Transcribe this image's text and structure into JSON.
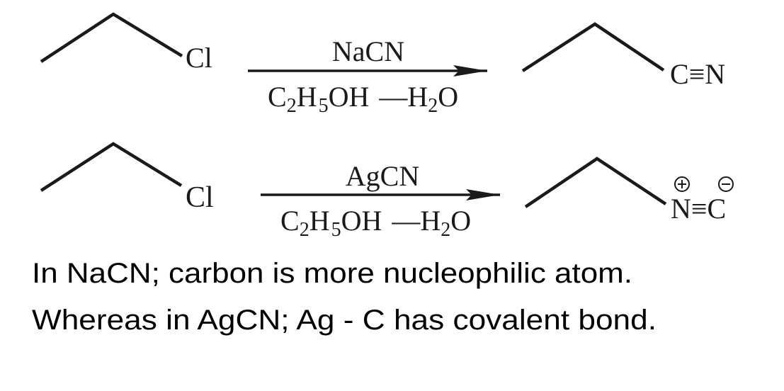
{
  "colors": {
    "background": "#ffffff",
    "ink": "#1a1a1a",
    "text": "#000000"
  },
  "reactions": [
    {
      "reactant": {
        "skeleton": "ethyl (zig-zag, 2 bonds)",
        "substituent": "Cl"
      },
      "arrow": {
        "reagent_above": "NaCN",
        "conditions_below": {
          "c": "C",
          "sub2": "2",
          "h": "H",
          "sub5": "5",
          "oh": "OH",
          "dash": "—",
          "h2": "H",
          "sub2b": "2",
          "o": "O"
        }
      },
      "product": {
        "skeleton": "ethyl (zig-zag, 2 bonds)",
        "group_left_atom": "C",
        "bond": "≡",
        "group_right_atom": "N"
      }
    },
    {
      "reactant": {
        "skeleton": "ethyl (zig-zag, 2 bonds)",
        "substituent": "Cl"
      },
      "arrow": {
        "reagent_above": "AgCN",
        "conditions_below": {
          "c": "C",
          "sub2": "2",
          "h": "H",
          "sub5": "5",
          "oh": "OH",
          "dash": "—",
          "h2": "H",
          "sub2b": "2",
          "o": "O"
        }
      },
      "product": {
        "skeleton": "ethyl (zig-zag, 2 bonds)",
        "group_left_atom": "N",
        "left_charge": "+",
        "bond": "≡",
        "group_right_atom": "C",
        "right_charge": "−"
      }
    }
  ],
  "notes": [
    "In NaCN; carbon is more nucleophilic atom.",
    "Whereas in AgCN; Ag - C has covalent bond."
  ]
}
